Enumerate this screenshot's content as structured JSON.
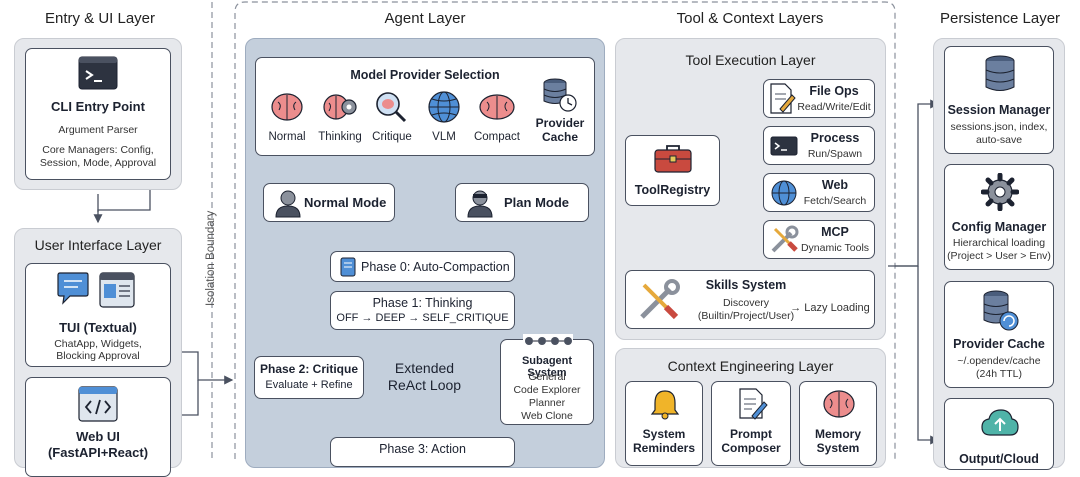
{
  "columns": {
    "entry": "Entry & UI Layer",
    "agent": "Agent Layer",
    "tool": "Tool & Context Layers",
    "persistence": "Persistence Layer"
  },
  "entry": {
    "cli": {
      "title": "CLI Entry Point",
      "line1": "Argument Parser",
      "line2": "Core Managers: Config,",
      "line3": "Session, Mode, Approval"
    },
    "ui_layer_title": "User Interface Layer",
    "tui": {
      "title": "TUI (Textual)",
      "line1": "ChatApp, Widgets,",
      "line2": "Blocking Approval"
    },
    "web": {
      "title": "Web UI",
      "title2": "(FastAPI+React)"
    }
  },
  "isolation_label": "Isolation Boundary",
  "agent": {
    "provider_title": "Model Provider Selection",
    "providers": [
      "Normal",
      "Thinking",
      "Critique",
      "VLM",
      "Compact"
    ],
    "provider_cache": {
      "line1": "Provider",
      "line2": "Cache"
    },
    "normal_mode": "Normal Mode",
    "plan_mode": "Plan Mode",
    "phase0": "Phase 0: Auto-Compaction",
    "phase1": {
      "title": "Phase 1: Thinking",
      "sub": "OFF → DEEP → SELF_CRITIQUE"
    },
    "phase2": {
      "title": "Phase 2: Critique",
      "sub": "Evaluate + Refine"
    },
    "loop": {
      "line1": "Extended",
      "line2": "ReAct Loop"
    },
    "subagent": {
      "title": "Subagent System",
      "items": [
        "General",
        "Code Explorer",
        "Planner",
        "Web Clone"
      ]
    },
    "phase3": "Phase 3: Action"
  },
  "tool": {
    "exec_title": "Tool Execution Layer",
    "registry": "ToolRegistry",
    "tools": [
      {
        "title": "File Ops",
        "sub": "Read/Write/Edit"
      },
      {
        "title": "Process",
        "sub": "Run/Spawn"
      },
      {
        "title": "Web",
        "sub": "Fetch/Search"
      },
      {
        "title": "MCP",
        "sub": "Dynamic Tools"
      }
    ],
    "skills": {
      "title": "Skills System",
      "line1": "Discovery",
      "line2": "(Builtin/Project/User)",
      "lazy": "→ Lazy Loading"
    },
    "context_title": "Context Engineering Layer",
    "context_cards": [
      {
        "line1": "System",
        "line2": "Reminders"
      },
      {
        "line1": "Prompt",
        "line2": "Composer"
      },
      {
        "line1": "Memory",
        "line2": "System"
      }
    ]
  },
  "persistence": {
    "session": {
      "title": "Session Manager",
      "line1": "sessions.json, index,",
      "line2": "auto-save"
    },
    "config": {
      "title": "Config Manager",
      "line1": "Hierarchical loading",
      "line2": "(Project > User > Env)"
    },
    "cache": {
      "title": "Provider Cache",
      "line1": "~/.opendev/cache",
      "line2": "(24h TTL)"
    },
    "output": {
      "title": "Output/Cloud"
    }
  }
}
